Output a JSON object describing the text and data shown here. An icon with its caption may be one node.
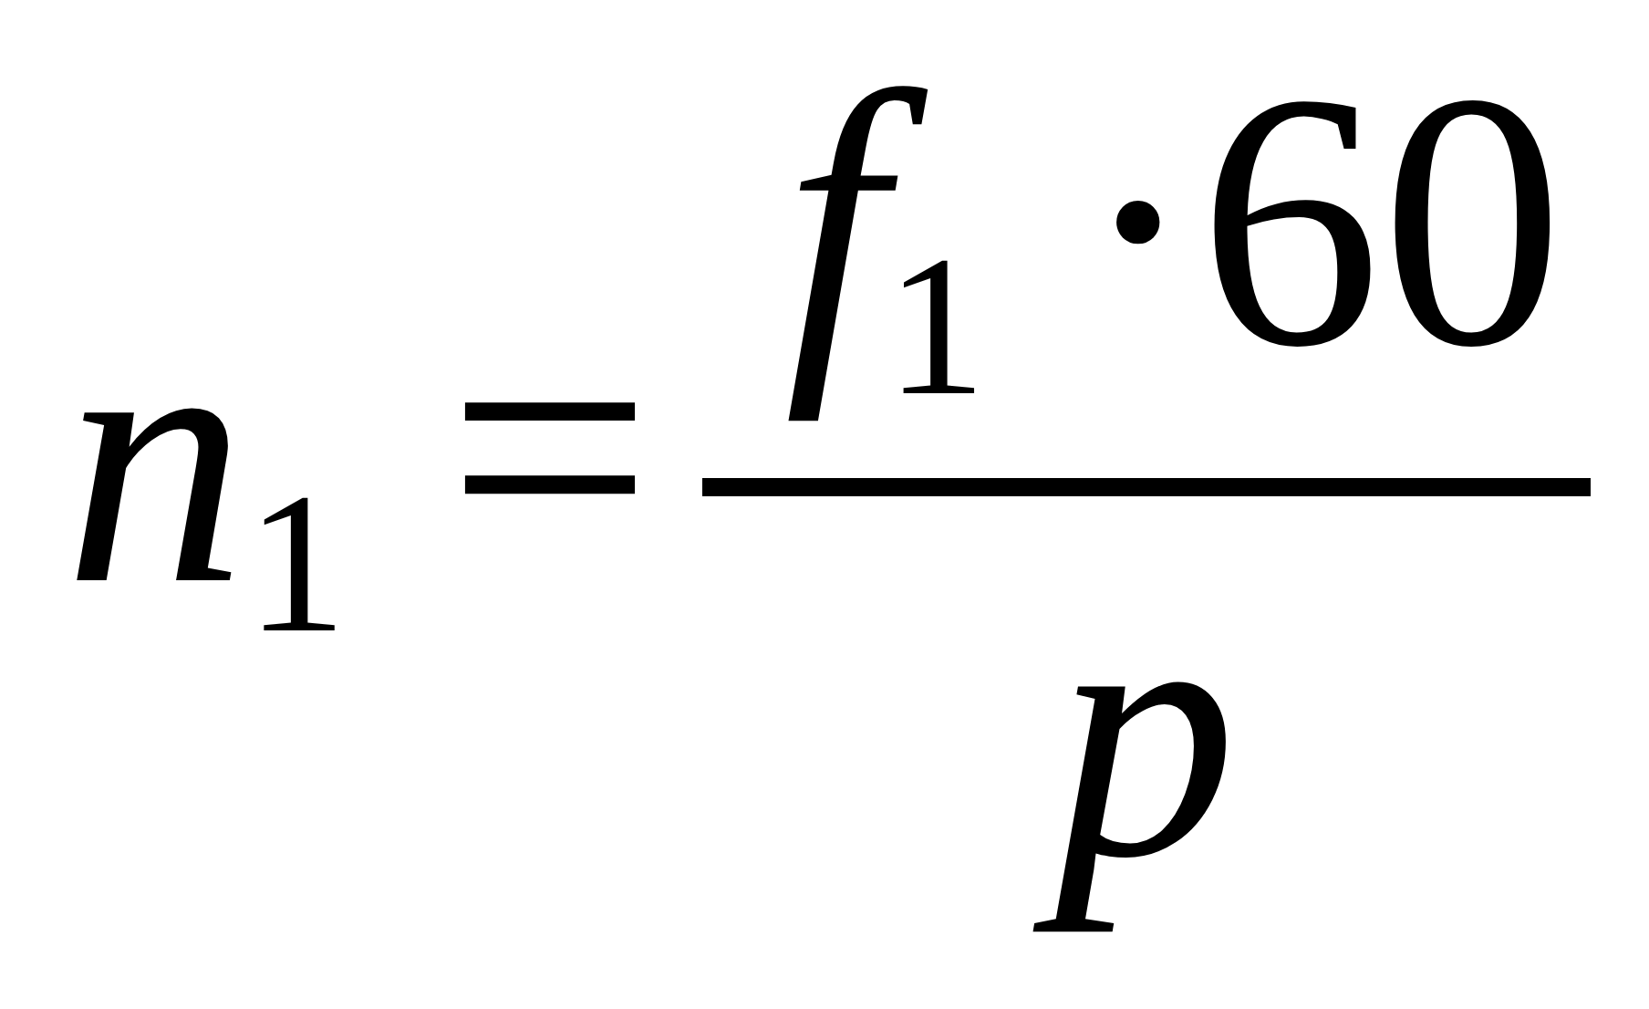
{
  "diagram": {
    "labels": [
      "*n*$_{1}$",
      "=",
      "*f*$_{1}$ ·60",
      "*p*"
    ]
  }
}
